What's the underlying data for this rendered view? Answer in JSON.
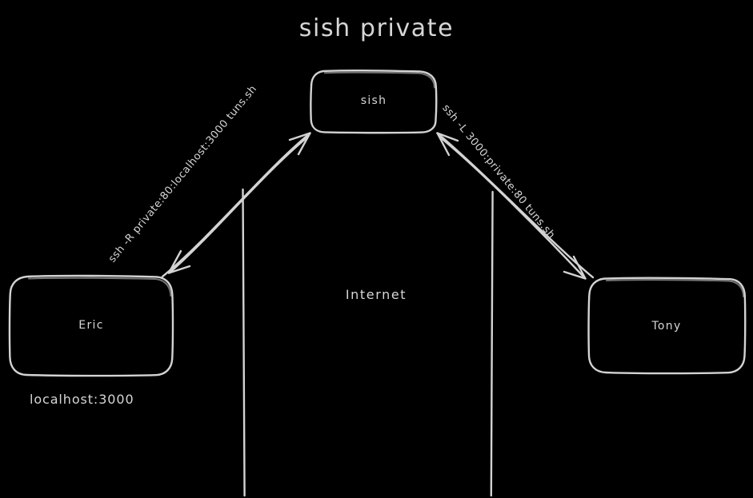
{
  "diagram": {
    "title": "sish private",
    "background_color": "#000000",
    "stroke_color": "#d3d3d3",
    "text_color": "#d6d6d6",
    "style": "hand-drawn-sketch"
  },
  "nodes": {
    "sish": {
      "label": "sish",
      "shape": "rounded-rectangle"
    },
    "eric": {
      "label": "Eric",
      "shape": "rounded-rectangle"
    },
    "tony": {
      "label": "Tony",
      "shape": "rounded-rectangle"
    }
  },
  "labels": {
    "internet": "Internet",
    "localhost": "localhost:3000"
  },
  "edges": {
    "eric_sish": {
      "label": "ssh -R private:80:localhost:3000 tuns.sh",
      "from": "Eric",
      "to": "sish",
      "arrow": "double"
    },
    "sish_tony": {
      "label": "ssh -L 3000:private:80 tuns.sh",
      "from": "sish",
      "to": "Tony",
      "arrow": "double"
    }
  }
}
